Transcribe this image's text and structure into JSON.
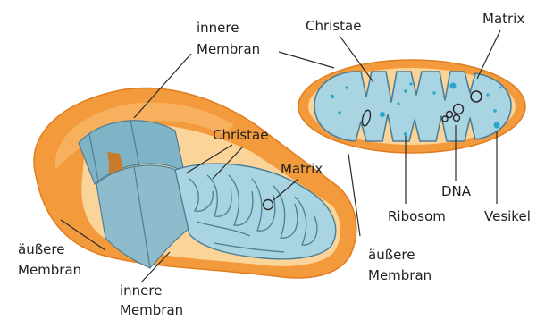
{
  "labels": {
    "innere_membran_top": [
      "innere",
      "Membran"
    ],
    "christae_left": "Christae",
    "matrix_left": "Matrix",
    "aeussere_membran_left": [
      "äußere",
      "Membran"
    ],
    "innere_membran_bottom": [
      "innere",
      "Membran"
    ],
    "aeussere_membran_center": [
      "äußere",
      "Membran"
    ],
    "christae_right": "Christae",
    "matrix_right": "Matrix",
    "dna": "DNA",
    "ribosom": "Ribosom",
    "vesikel": "Vesikel"
  },
  "colors": {
    "outer_membrane": "#f39a3c",
    "outer_membrane_light": "#f7b667",
    "intermembrane": "#fbd49a",
    "inner_membrane": "#5c8fa6",
    "matrix": "#a9d4e2",
    "matrix_dark": "#7fb3c6",
    "cut_face": "#8fbccc",
    "granule": "#2aa6c9",
    "outline": "#2a2a2a"
  }
}
